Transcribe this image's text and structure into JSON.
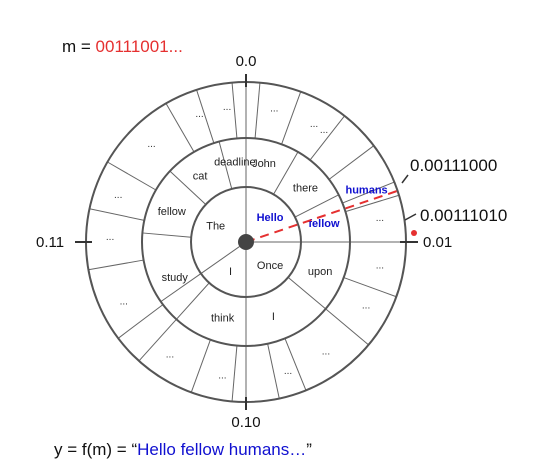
{
  "message": {
    "prefix": "m = ",
    "bits": "00111001...",
    "bits_color": "#e53030"
  },
  "ticks": {
    "top": "0.0",
    "bottom": "0.10",
    "left": "0.11",
    "right": "0.01"
  },
  "intervals": {
    "upper": "0.00111000",
    "lower": "0.00111010"
  },
  "inner_ring": [
    "Hello",
    "Once",
    "I",
    "The"
  ],
  "middle_ring": [
    "John",
    "there",
    "fellow",
    "upon",
    "I",
    "think",
    "study",
    "fellow",
    "cat",
    "deadline"
  ],
  "outer_ring": [
    "...",
    "...",
    "humans",
    "...",
    "...",
    "...",
    "...",
    "...",
    "...",
    "...",
    "...",
    "...",
    "...",
    "...",
    "...",
    "...",
    "..."
  ],
  "highlight_path": [
    "Hello",
    "fellow",
    "humans"
  ],
  "output": {
    "prefix": "y = f(m) = “",
    "text": "Hello fellow humans…",
    "suffix": "”",
    "text_color": "#1010d0"
  },
  "colors": {
    "highlight": "#1010d0",
    "pointer": "#e53030"
  }
}
